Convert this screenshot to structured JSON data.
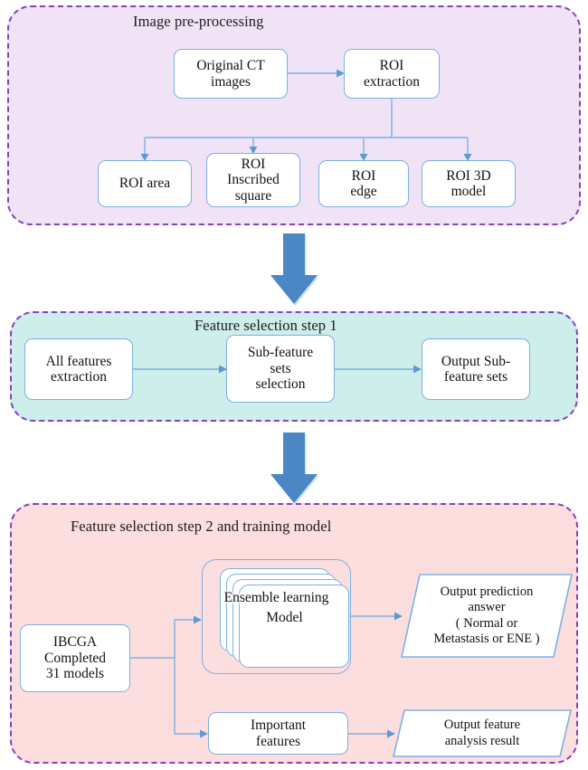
{
  "diagram": {
    "title": "Image pre-processing / feature selection / training model pipeline",
    "colors": {
      "stage1_background": "#f1e3f6",
      "stage2_background": "#cdeeea",
      "stage3_background": "#fcdede",
      "stage_border": "#8c3fc0",
      "node_border": "#7cb0e2",
      "connector": "#7cb0e2",
      "arrowhead": "#5a9bd5",
      "block_arrow": "#4a87c4",
      "node_fill": "#ffffff",
      "text": "#121212"
    }
  },
  "stages": [
    {
      "id": "preprocessing",
      "title": "Image pre-processing",
      "nodes": [
        {
          "id": "original-ct",
          "shape": "process",
          "lines": [
            "Original  CT",
            "images"
          ]
        },
        {
          "id": "roi-extraction",
          "shape": "process",
          "lines": [
            "ROI",
            "extraction"
          ]
        },
        {
          "id": "roi-area",
          "shape": "process",
          "lines": [
            "ROI area"
          ]
        },
        {
          "id": "roi-inscribed",
          "shape": "process",
          "lines": [
            "ROI",
            "Inscribed",
            "square"
          ]
        },
        {
          "id": "roi-edge",
          "shape": "process",
          "lines": [
            "ROI",
            "edge"
          ]
        },
        {
          "id": "roi-3d",
          "shape": "process",
          "lines": [
            "ROI 3D",
            "model"
          ]
        }
      ]
    },
    {
      "id": "feature1",
      "title": "Feature selection step 1",
      "nodes": [
        {
          "id": "all-features",
          "shape": "process",
          "lines": [
            "All features",
            "extraction"
          ]
        },
        {
          "id": "subfeature-sel",
          "shape": "process",
          "lines": [
            "Sub-feature",
            "sets",
            "selection"
          ]
        },
        {
          "id": "output-sub",
          "shape": "process",
          "lines": [
            "Output Sub-",
            "feature sets"
          ]
        }
      ]
    },
    {
      "id": "feature2",
      "title": "Feature selection step 2 and training model",
      "nodes": [
        {
          "id": "ibcga",
          "shape": "process",
          "lines": [
            "IBCGA",
            "Completed",
            "31 models"
          ]
        },
        {
          "id": "ensemble",
          "shape": "stacked",
          "lines": [
            "Ensemble learning",
            "Model"
          ]
        },
        {
          "id": "important-features",
          "shape": "process",
          "lines": [
            "Important",
            "features"
          ]
        },
        {
          "id": "prediction-output",
          "shape": "parallelogram",
          "lines": [
            "Output prediction",
            "answer",
            "( Normal or",
            "Metastasis or ENE )"
          ]
        },
        {
          "id": "feature-analysis-output",
          "shape": "parallelogram",
          "lines": [
            "Output feature",
            "analysis  result"
          ]
        }
      ]
    }
  ],
  "nodes": {
    "original_ct": {
      "line1": "Original  CT",
      "line2": "images"
    },
    "roi_extraction": {
      "line1": "ROI",
      "line2": "extraction"
    },
    "roi_area": {
      "line1": "ROI area"
    },
    "roi_inscribed": {
      "line1": "ROI",
      "line2": "Inscribed",
      "line3": "square"
    },
    "roi_edge": {
      "line1": "ROI",
      "line2": "edge"
    },
    "roi_3d": {
      "line1": "ROI 3D",
      "line2": "model"
    },
    "all_features": {
      "line1": "All features",
      "line2": "extraction"
    },
    "subfeature_sel": {
      "line1": "Sub-feature",
      "line2": "sets",
      "line3": "selection"
    },
    "output_sub": {
      "line1": "Output Sub-",
      "line2": "feature sets"
    },
    "ibcga": {
      "line1": "IBCGA",
      "line2": "Completed",
      "line3": "31 models"
    },
    "ensemble": {
      "line1": "Ensemble learning",
      "line2": "Model"
    },
    "important_features": {
      "line1": "Important",
      "line2": "features"
    },
    "prediction_output": {
      "line1": "Output prediction",
      "line2": "answer",
      "line3": "( Normal or",
      "line4": "Metastasis or ENE )"
    },
    "feature_analysis_output": {
      "line1": "Output feature",
      "line2": "analysis  result"
    }
  },
  "stage_titles": {
    "preprocessing": "Image pre-processing",
    "feature1": "Feature selection step 1",
    "feature2": "Feature selection step 2 and training model"
  },
  "connectors": [
    {
      "from": "original-ct",
      "to": "roi-extraction",
      "type": "straight-right"
    },
    {
      "from": "roi-extraction",
      "to": "roi-area",
      "type": "branch-down"
    },
    {
      "from": "roi-extraction",
      "to": "roi-inscribed",
      "type": "branch-down"
    },
    {
      "from": "roi-extraction",
      "to": "roi-edge",
      "type": "branch-down"
    },
    {
      "from": "roi-extraction",
      "to": "roi-3d",
      "type": "branch-down"
    },
    {
      "from": "all-features",
      "to": "subfeature-sel",
      "type": "straight-right"
    },
    {
      "from": "subfeature-sel",
      "to": "output-sub",
      "type": "straight-right"
    },
    {
      "from": "ibcga",
      "to": "ensemble",
      "type": "branch-right-up"
    },
    {
      "from": "ibcga",
      "to": "important-features",
      "type": "branch-right-down"
    },
    {
      "from": "ensemble",
      "to": "prediction-output",
      "type": "straight-right"
    },
    {
      "from": "important-features",
      "to": "feature-analysis-output",
      "type": "straight-right"
    }
  ],
  "stage_transitions": [
    {
      "id": "arrow-preprocessing-to-feature1",
      "label": "down-block-arrow"
    },
    {
      "id": "arrow-feature1-to-feature2",
      "label": "down-block-arrow"
    }
  ]
}
